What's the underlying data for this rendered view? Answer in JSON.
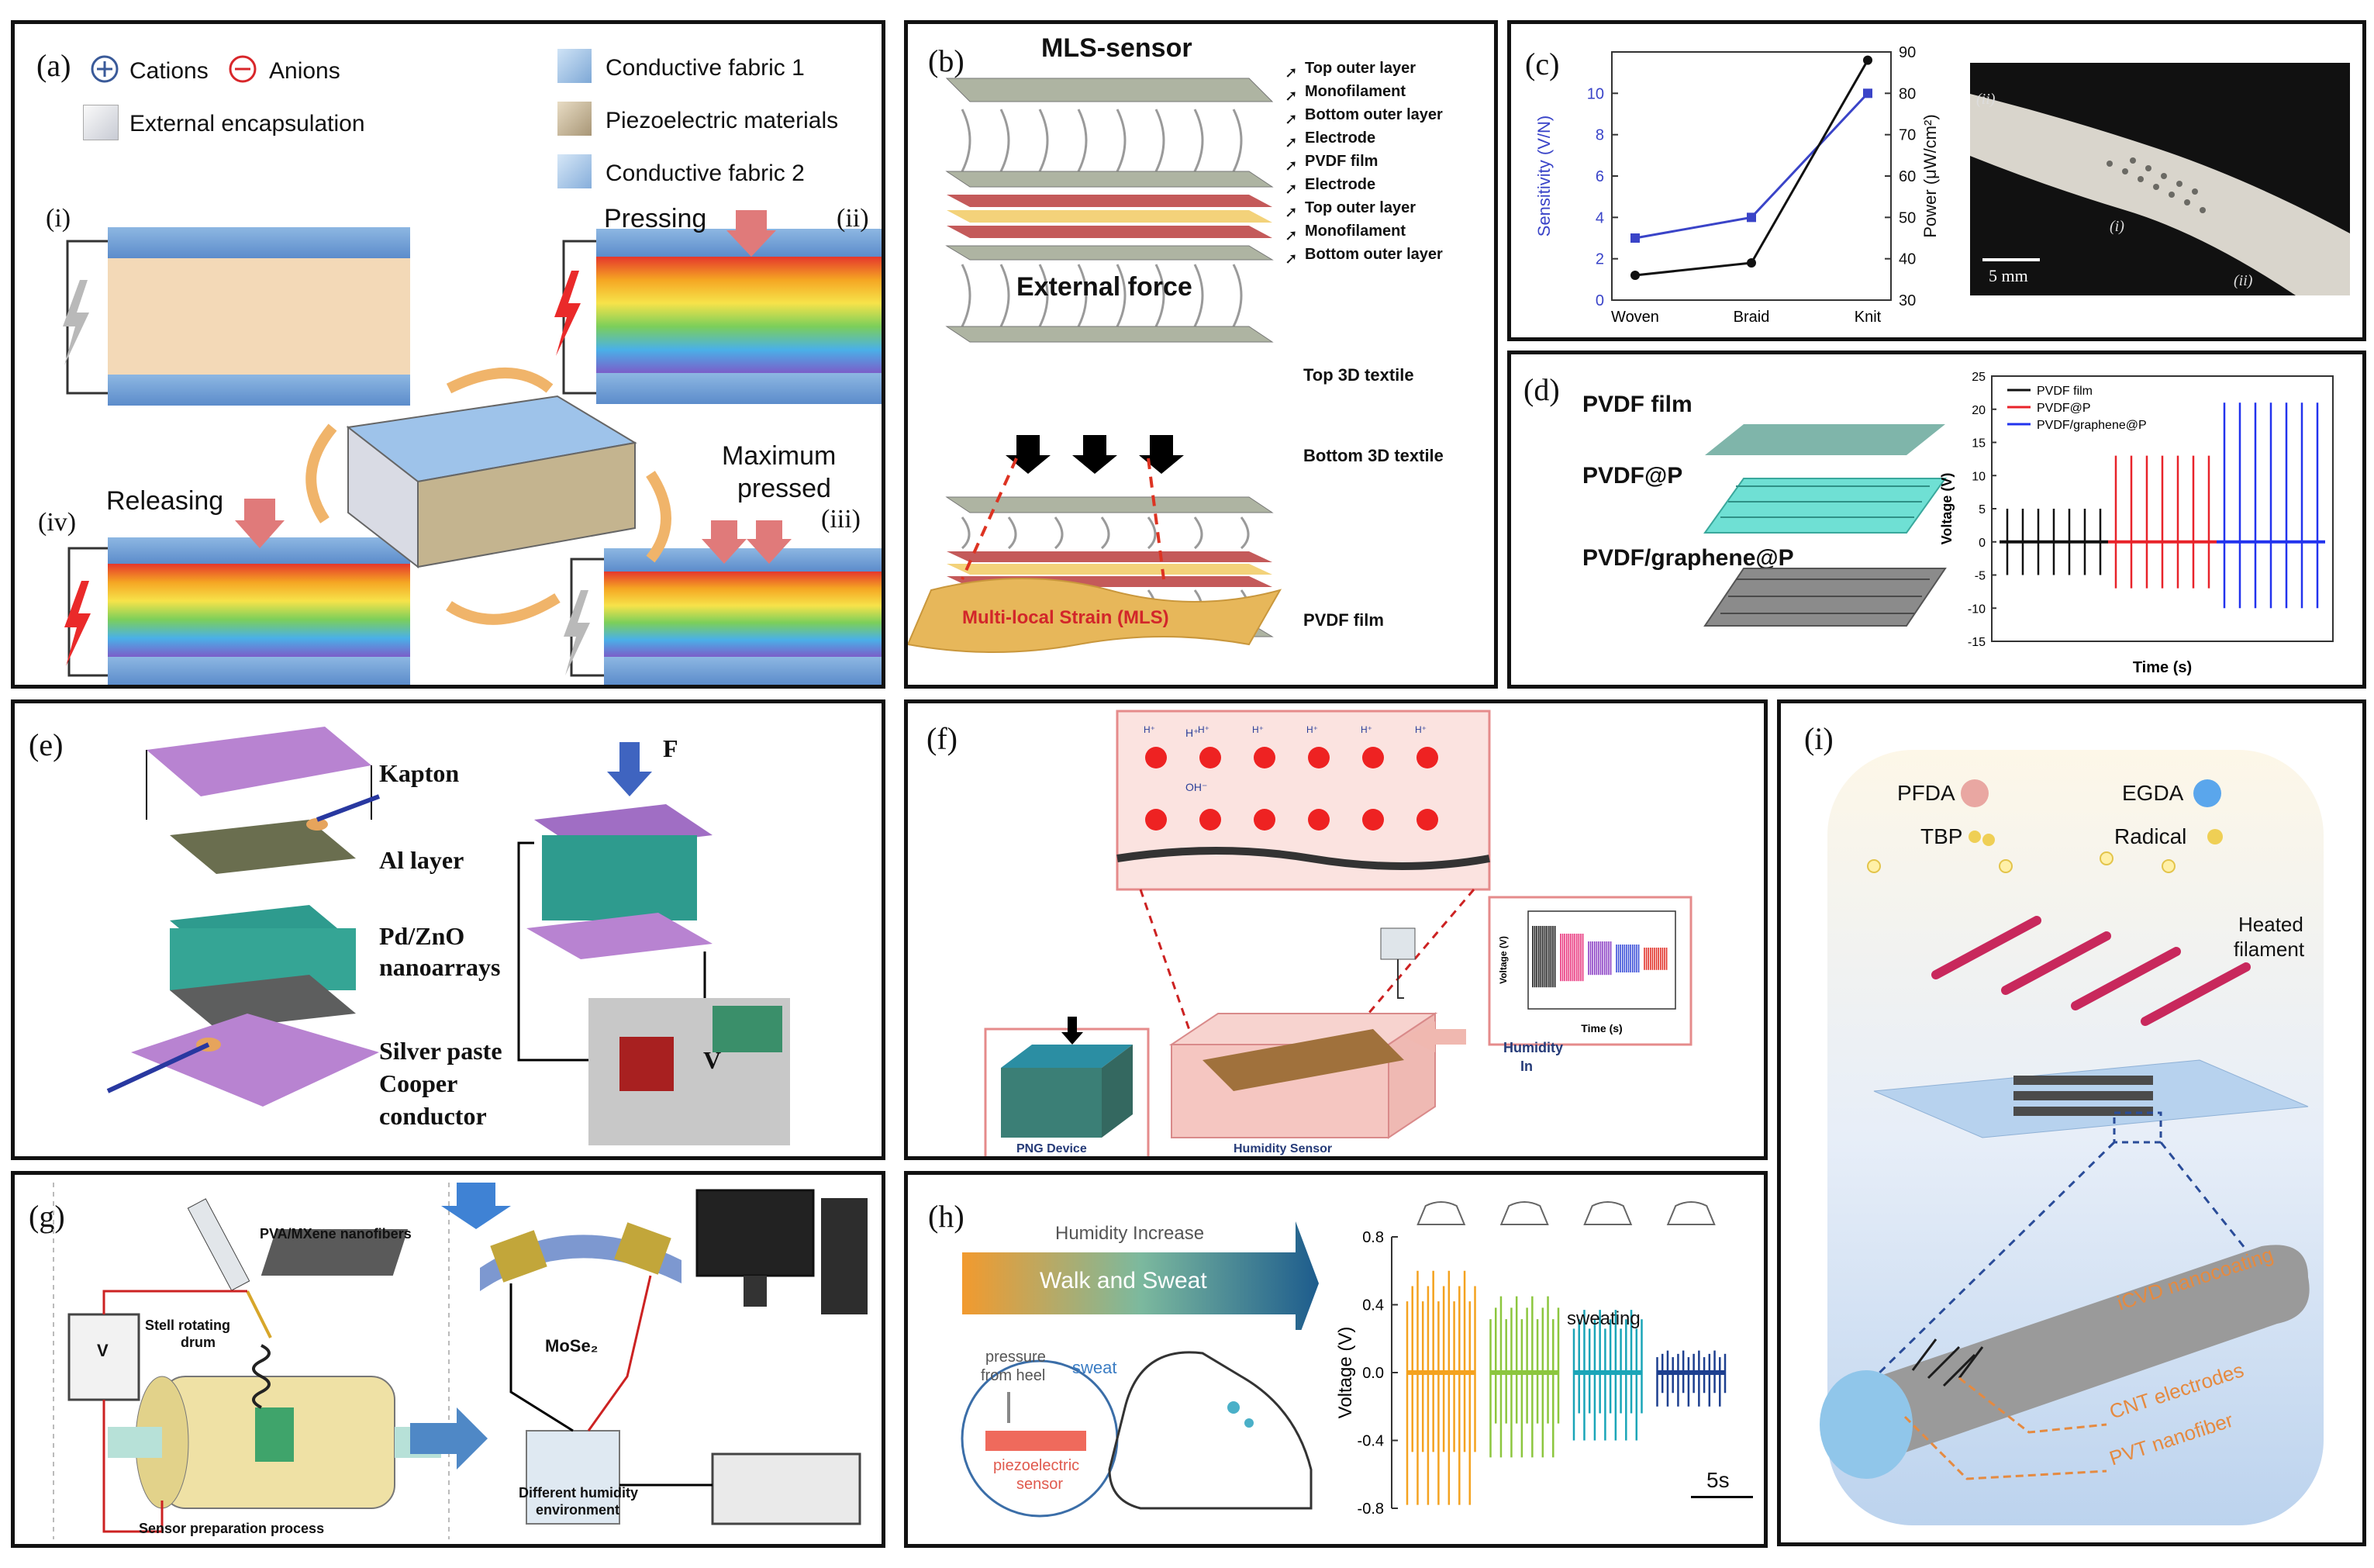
{
  "panels": {
    "a": {
      "label": "(a)",
      "legend": {
        "cations": "Cations",
        "anions": "Anions",
        "encapsulation": "External encapsulation",
        "fabric1": "Conductive fabric 1",
        "piezo": "Piezoelectric materials",
        "fabric2": "Conductive fabric 2"
      },
      "states": {
        "i": "(i)",
        "ii": "(ii)",
        "iii": "(iii)",
        "iv": "(iv)"
      },
      "pressing": "Pressing",
      "releasing": "Releasing",
      "max_pressed_1": "Maximum",
      "max_pressed_2": "pressed"
    },
    "b": {
      "label": "(b)",
      "title": "MLS-sensor",
      "layers": [
        "Top outer layer",
        "Monofilament",
        "Bottom outer layer",
        "Electrode",
        "PVDF film",
        "Electrode",
        "Top outer layer",
        "Monofilament",
        "Bottom outer layer"
      ],
      "external_force": "External force",
      "top_3d": "Top 3D textile",
      "bottom_3d": "Bottom 3D textile",
      "mls": "Multi-local Strain (MLS)",
      "pvdf_film": "PVDF film"
    },
    "c": {
      "label": "(c)",
      "ylabel_left": "Sensitivity (V/N)",
      "ylabel_right": "Power (μW/cm²)",
      "photo_labels": {
        "ii_top": "(ii)",
        "i": "(i)",
        "ii_bottom": "(ii)"
      },
      "scalebar": "5 mm"
    },
    "d": {
      "label": "(d)",
      "materials": [
        "PVDF film",
        "PVDF@P",
        "PVDF/graphene@P"
      ],
      "xlabel": "Time (s)",
      "ylabel": "Voltage (V)"
    },
    "e": {
      "label": "(e)",
      "layers": {
        "kapton": "Kapton",
        "al": "Al layer",
        "pdzno_1": "Pd/ZnO",
        "pdzno_2": "nanoarrays",
        "silver": "Silver paste",
        "copper_1": "Cooper",
        "copper_2": "conductor"
      },
      "force": "F",
      "volt": "V"
    },
    "f": {
      "label": "(f)",
      "png_device": "PNG Device",
      "humidity_sensor": "Humidity Sensor",
      "humidity_1": "Humidity",
      "humidity_2": "In",
      "inset_xlabel": "Time (s)",
      "inset_ylabel": "Voltage (V)",
      "oh_label": "OH⁻",
      "h_label": "H⁺"
    },
    "g": {
      "label": "(g)",
      "nanofibers": "PVA/MXene nanofibers",
      "drum_1": "Stell rotating",
      "drum_2": "drum",
      "mose2": "MoSe₂",
      "prep": "Sensor preparation process",
      "humidity_env_1": "Different humidity",
      "humidity_env_2": "environment",
      "volt": "V"
    },
    "h": {
      "label": "(h)",
      "humidity_increase": "Humidity Increase",
      "walk_sweat": "Walk and Sweat",
      "pressure_1": "pressure",
      "pressure_2": "from heel",
      "sweat": "sweat",
      "piezo_1": "piezoelectric",
      "piezo_2": "sensor",
      "sweating": "sweating",
      "ylabel": "Voltage (V)",
      "scalebar": "5s"
    },
    "i": {
      "label": "(i)",
      "pfda": "PFDA",
      "egda": "EGDA",
      "tbp": "TBP",
      "radical": "Radical",
      "heated_1": "Heated",
      "heated_2": "filament",
      "icvd": "iCVD nanocoating",
      "cnt": "CNT electrodes",
      "pvt": "PVT nanofiber"
    }
  },
  "chart_data": [
    {
      "id": "c",
      "type": "line",
      "categories": [
        "Woven",
        "Braid",
        "Knit"
      ],
      "series": [
        {
          "values": [
            3,
            4,
            10
          ],
          "color": "#3a44c8"
        },
        {
          "values": [
            36,
            39,
            88
          ],
          "color": "#111111"
        }
      ],
      "ylabel": "Sensitivity (V/N)",
      "ylabel_right": "Power (μW/cm²)",
      "ylim": [
        0,
        12
      ],
      "yticks": [
        0,
        2,
        4,
        6,
        8,
        10
      ],
      "ylim_right": [
        30,
        90
      ],
      "yticks_right": [
        30,
        40,
        50,
        60,
        70,
        80,
        90
      ]
    },
    {
      "id": "d",
      "type": "line",
      "series": [
        {
          "name": "PVDF film",
          "amplitude": [
            5,
            -5
          ],
          "color": "#111111"
        },
        {
          "name": "PVDF@P",
          "amplitude": [
            13,
            -7
          ],
          "color": "#e8232a"
        },
        {
          "name": "PVDF/graphene@P",
          "amplitude": [
            21,
            -10
          ],
          "color": "#2233ee"
        }
      ],
      "xlabel": "Time (s)",
      "ylabel": "Voltage (V)",
      "ylim": [
        -15,
        25
      ],
      "yticks": [
        -15,
        -10,
        -5,
        0,
        5,
        10,
        15,
        20,
        25
      ]
    },
    {
      "id": "h",
      "type": "line",
      "ylabel": "Voltage (V)",
      "ylim": [
        -0.8,
        0.8
      ],
      "yticks": [
        -0.8,
        -0.4,
        0.0,
        0.4,
        0.8
      ],
      "bursts": [
        {
          "amplitude": [
            0.6,
            -0.78
          ],
          "color": "#f4a21f"
        },
        {
          "amplitude": [
            0.45,
            -0.5
          ],
          "color": "#8cc63e"
        },
        {
          "amplitude": [
            0.37,
            -0.4
          ],
          "color": "#1aa5b8"
        },
        {
          "amplitude": [
            0.13,
            -0.2
          ],
          "color": "#1d3f8f"
        }
      ]
    }
  ]
}
